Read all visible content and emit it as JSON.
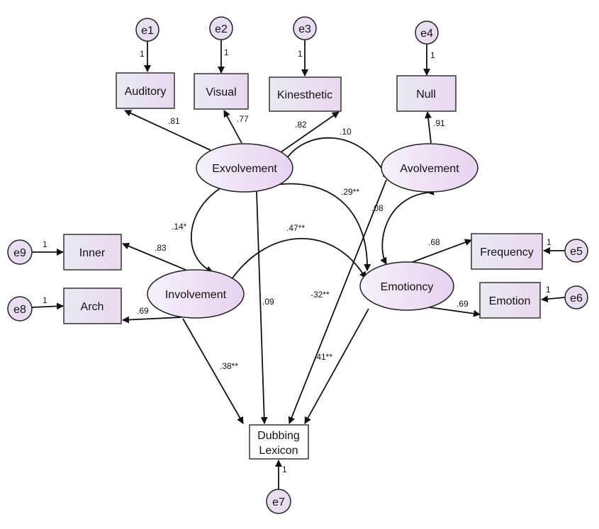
{
  "colors": {
    "latent_left": "#f6f1fa",
    "latent_right": "#e7d2f0",
    "observed_left": "#e9eaf3",
    "observed_right": "#ead8ef",
    "error_fill": "#e9ddf2",
    "outcome_fill": "#ffffff"
  },
  "latent": {
    "exvolvement": "Exvolvement",
    "avolvement": "Avolvement",
    "involvement": "Involvement",
    "emotioncy": "Emotioncy"
  },
  "observed": {
    "auditory": "Auditory",
    "visual": "Visual",
    "kinesthetic": "Kinesthetic",
    "null": "Null",
    "inner": "Inner",
    "arch": "Arch",
    "frequency": "Frequency",
    "emotion": "Emotion",
    "dubbing_line1": "Dubbing",
    "dubbing_line2": "Lexicon"
  },
  "errors": {
    "e1": "e1",
    "e2": "e2",
    "e3": "e3",
    "e4": "e4",
    "e5": "e5",
    "e6": "e6",
    "e7": "e7",
    "e8": "e8",
    "e9": "e9"
  },
  "labels": {
    "one": "1",
    "auditory_load": ".81",
    "visual_load": ".77",
    "kinesthetic_load": ".82",
    "null_load": ".91",
    "inner_load": ".83",
    "arch_load": ".69",
    "frequency_load": ".68",
    "emotion_load": ".69",
    "exvo_avo": ".10",
    "exvo_emo": ".29**",
    "exvo_invo": ".14*",
    "invo_emo": ".47**",
    "avo_emo": ".08",
    "exvo_dub": ".09",
    "invo_dub": ".38**",
    "avo_dub": "-32**",
    "emo_dub": ".41**"
  }
}
